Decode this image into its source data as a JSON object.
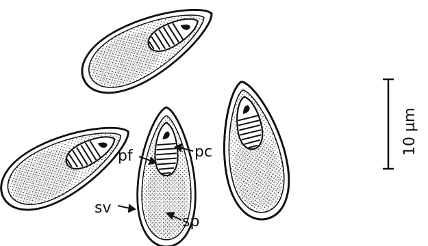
{
  "labels": {
    "pf": "pf",
    "pc": "pc",
    "sv": "sv",
    "sp": "sp"
  },
  "scale_bar": {
    "label": "10 µm"
  },
  "colors": {
    "ink": "#111111",
    "background": "#ffffff"
  }
}
